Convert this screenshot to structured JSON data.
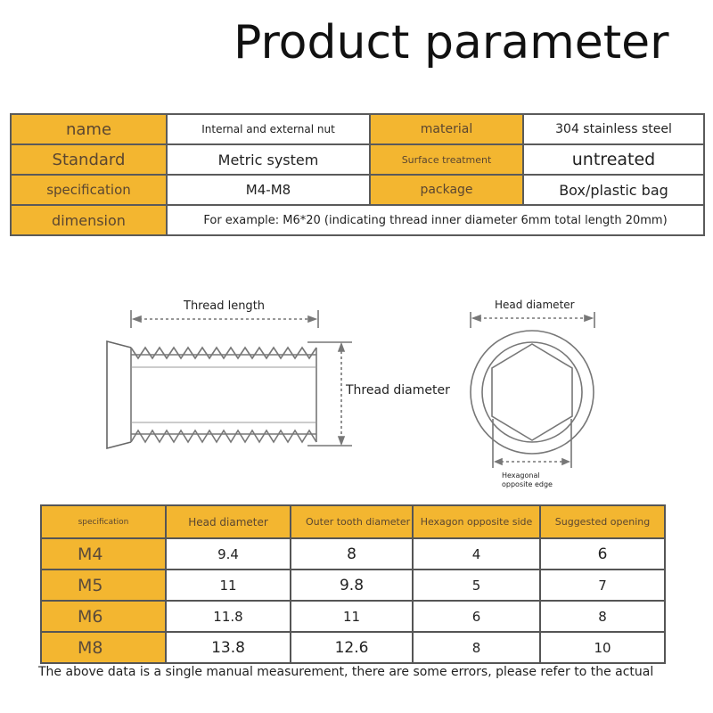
{
  "title": "Product parameter",
  "params": {
    "name_label": "name",
    "name_value": "Internal and external nut",
    "material_label": "material",
    "material_value": "304 stainless steel",
    "standard_label": "Standard",
    "standard_value": "Metric system",
    "surface_label": "Surface treatment",
    "surface_value": "untreated",
    "specification_label": "specification",
    "specification_value": "M4-M8",
    "package_label": "package",
    "package_value": "Box/plastic bag",
    "dimension_label": "dimension",
    "dimension_value": "For example: M6*20 (indicating thread inner diameter 6mm total length 20mm)"
  },
  "diagram": {
    "thread_length": "Thread length",
    "thread_diameter": "Thread diameter",
    "head_diameter": "Head diameter",
    "hexagonal_line1": "Hexagonal",
    "hexagonal_line2": "opposite edge"
  },
  "spec_table": {
    "headers": [
      "specification",
      "Head diameter",
      "Outer tooth diameter",
      "Hexagon opposite side",
      "Suggested opening"
    ],
    "rows": [
      [
        "M4",
        "9.4",
        "8",
        "4",
        "6"
      ],
      [
        "M5",
        "11",
        "9.8",
        "5",
        "7"
      ],
      [
        "M6",
        "11.8",
        "11",
        "6",
        "8"
      ],
      [
        "M8",
        "13.8",
        "12.6",
        "8",
        "10"
      ]
    ]
  },
  "colors": {
    "accent": "#f3b630",
    "border": "#5a5a5a"
  },
  "note": "The above data is a single manual measurement, there are some errors, please refer to the actual"
}
